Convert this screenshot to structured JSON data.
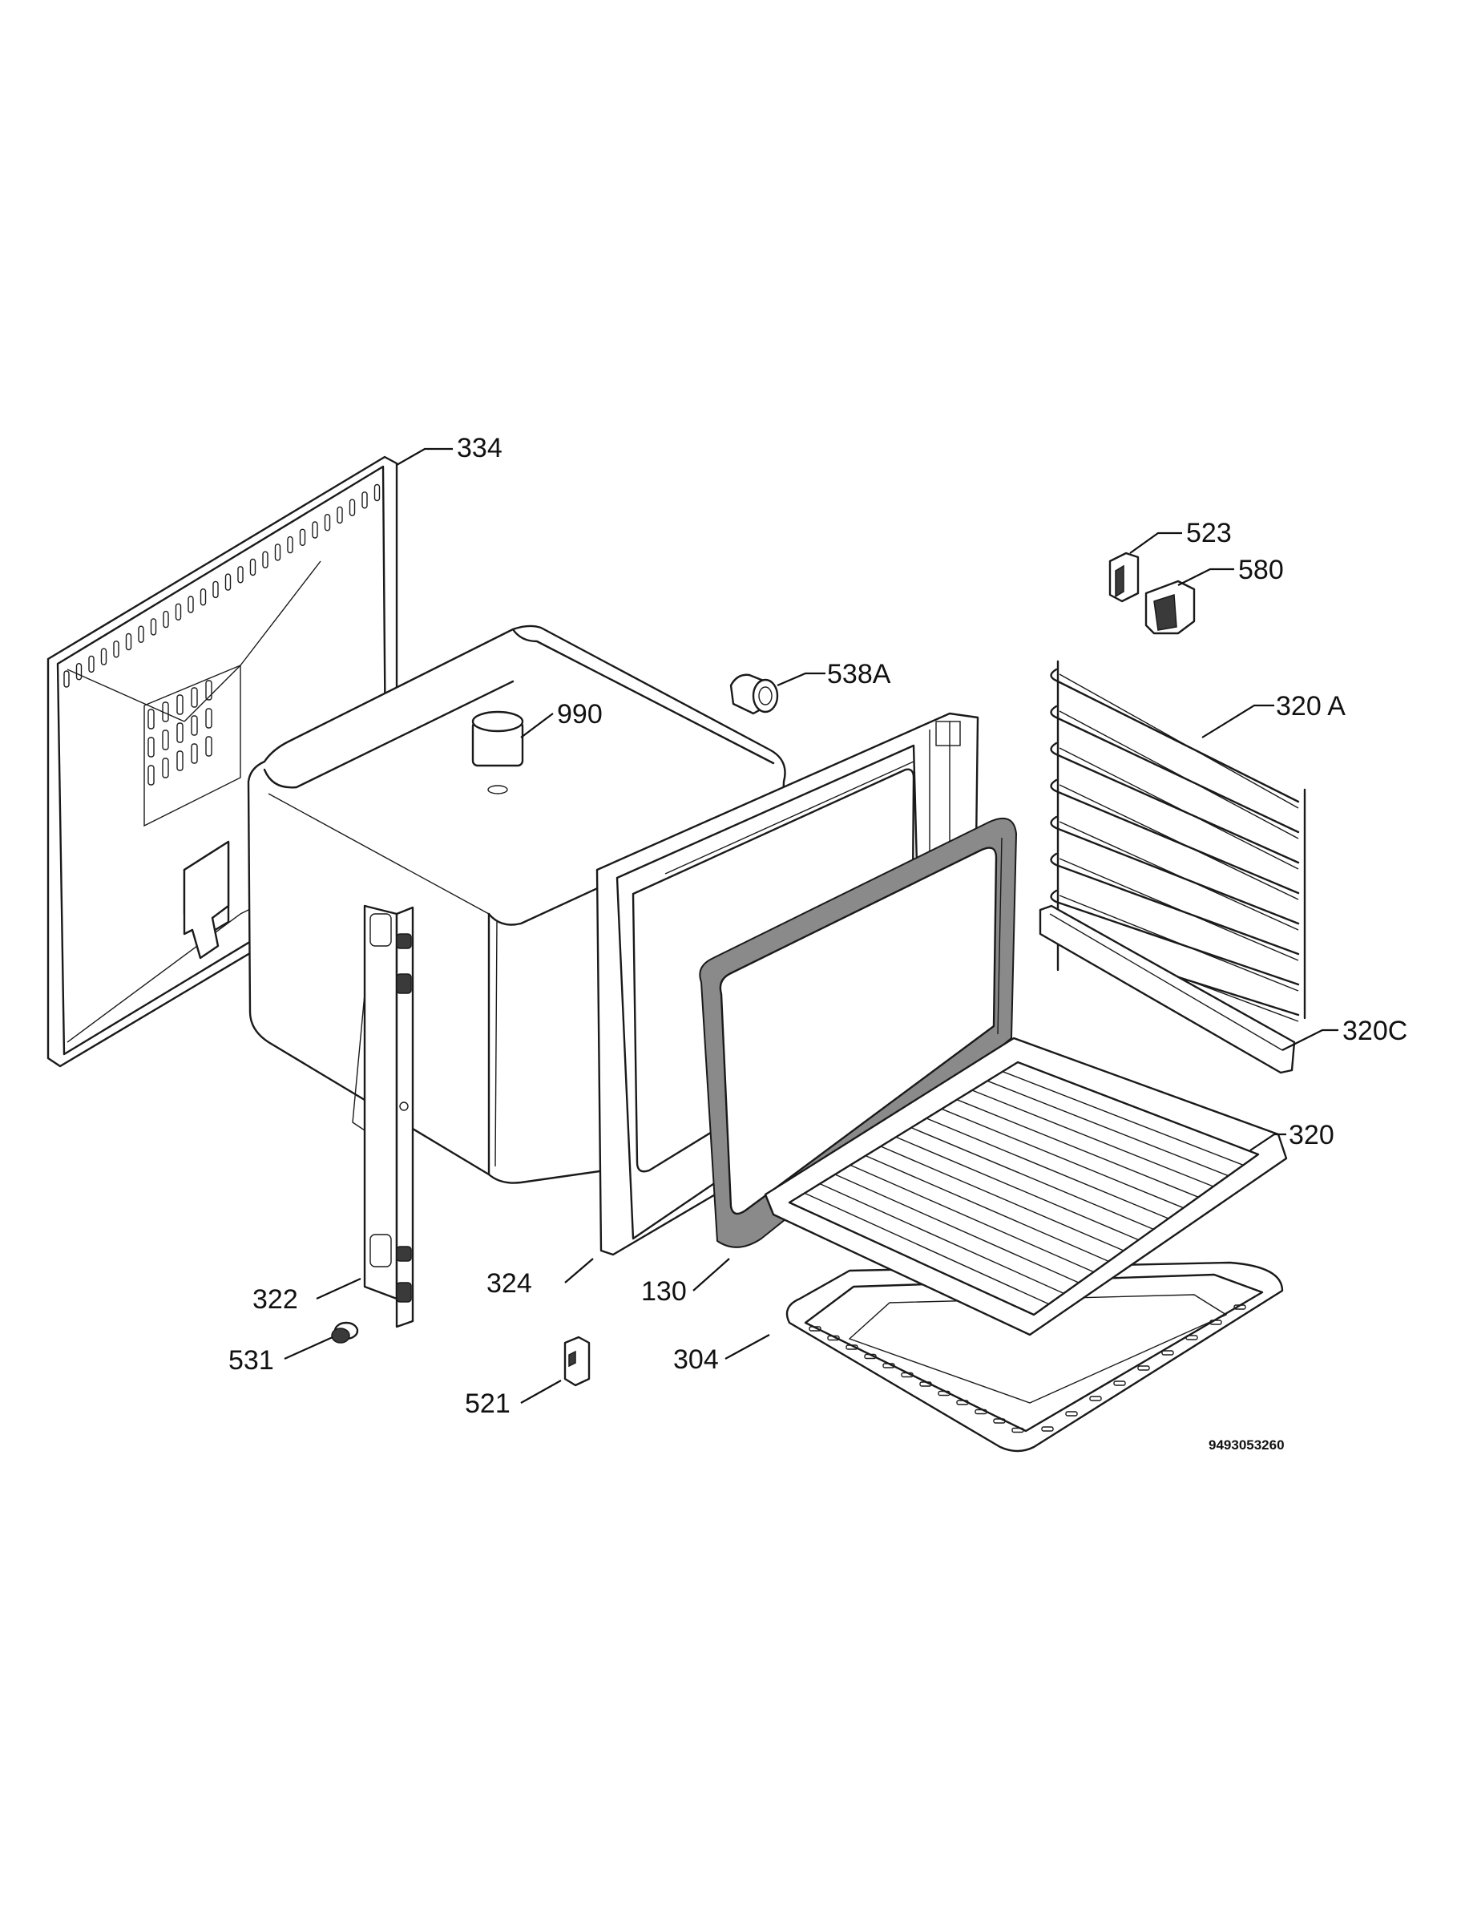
{
  "labels": {
    "p334": "334",
    "p523": "523",
    "p580": "580",
    "p538a": "538A",
    "p990": "990",
    "p320a": "320 A",
    "p320c": "320C",
    "p320": "320",
    "p322": "322",
    "p324": "324",
    "p130": "130",
    "p304": "304",
    "p531": "531",
    "p521": "521"
  },
  "diagram_code": "9493053260"
}
